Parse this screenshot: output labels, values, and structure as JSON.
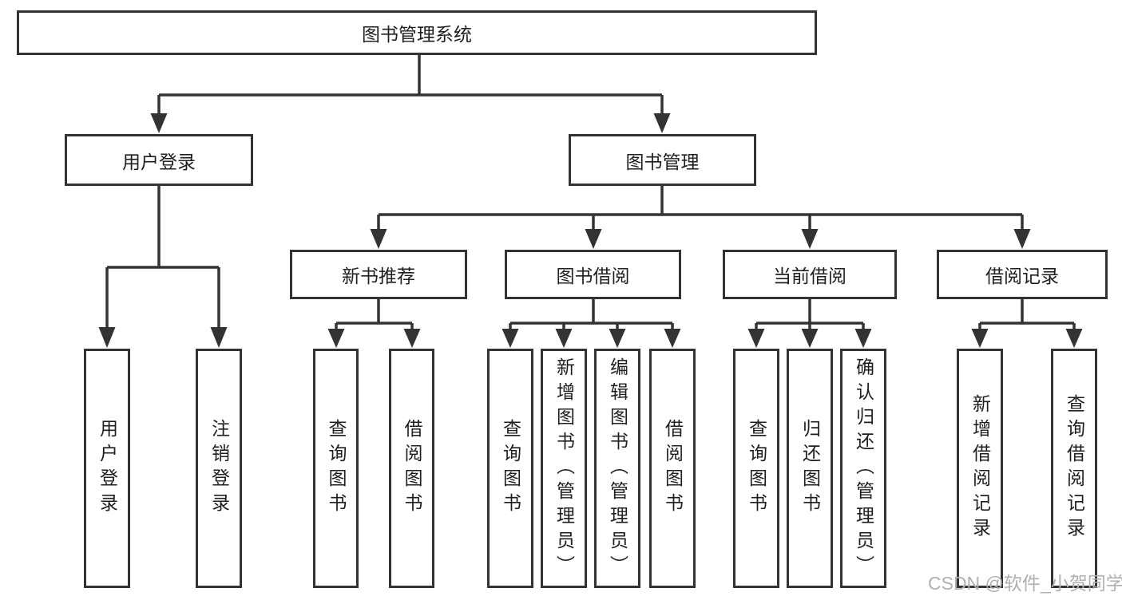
{
  "diagram": {
    "root": {
      "label": "图书管理系统"
    },
    "branches": [
      {
        "label": "用户登录",
        "children": [
          {
            "label": "用户登录"
          },
          {
            "label": "注销登录"
          }
        ]
      },
      {
        "label": "图书管理",
        "children": [
          {
            "label": "新书推荐",
            "children": [
              {
                "label": "查询图书"
              },
              {
                "label": "借阅图书"
              }
            ]
          },
          {
            "label": "图书借阅",
            "children": [
              {
                "label": "查询图书"
              },
              {
                "label": "新增图书（管理员）"
              },
              {
                "label": "编辑图书（管理员）"
              },
              {
                "label": "借阅图书"
              }
            ]
          },
          {
            "label": "当前借阅",
            "children": [
              {
                "label": "查询图书"
              },
              {
                "label": "归还图书"
              },
              {
                "label": "确认归还（管理员）"
              }
            ]
          },
          {
            "label": "借阅记录",
            "children": [
              {
                "label": "新增借阅记录"
              },
              {
                "label": "查询借阅记录"
              }
            ]
          }
        ]
      }
    ]
  },
  "watermark": {
    "text": "CSDN @软件_小贺同学"
  },
  "colors": {
    "line": "#333333",
    "text": "#1f1f1f",
    "watermark": "#b0b0b0",
    "background": "#ffffff"
  }
}
